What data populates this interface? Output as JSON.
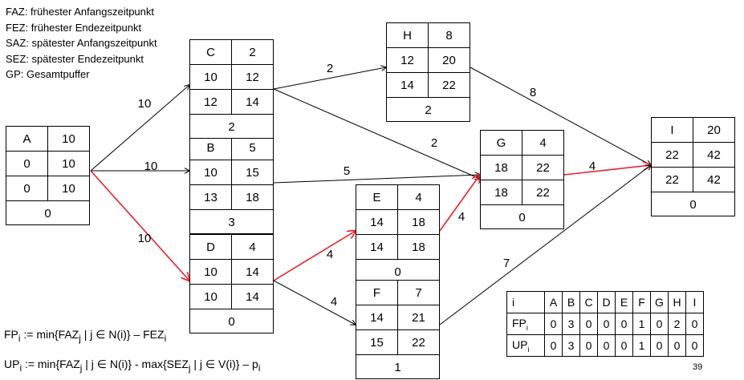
{
  "legend": [
    "FAZ: frühester Anfangszeitpunkt",
    "FEZ: frühester Endezeitpunkt",
    "SAZ: spätester Anfangszeitpunkt",
    "SEZ: spätester Endezeitpunkt",
    "GP: Gesamtpuffer"
  ],
  "nodes": {
    "A": {
      "name": "A",
      "duration": "10",
      "faz": "0",
      "fez": "10",
      "saz": "0",
      "sez": "10",
      "gp": "0"
    },
    "B": {
      "name": "B",
      "duration": "5",
      "faz": "10",
      "fez": "15",
      "saz": "13",
      "sez": "18",
      "gp": "3"
    },
    "C": {
      "name": "C",
      "duration": "2",
      "faz": "10",
      "fez": "12",
      "saz": "12",
      "sez": "14",
      "gp": "2"
    },
    "D": {
      "name": "D",
      "duration": "4",
      "faz": "10",
      "fez": "14",
      "saz": "10",
      "sez": "14",
      "gp": "0"
    },
    "E": {
      "name": "E",
      "duration": "4",
      "faz": "14",
      "fez": "18",
      "saz": "14",
      "sez": "18",
      "gp": "0"
    },
    "F": {
      "name": "F",
      "duration": "7",
      "faz": "14",
      "fez": "21",
      "saz": "15",
      "sez": "22",
      "gp": "1"
    },
    "G": {
      "name": "G",
      "duration": "4",
      "faz": "18",
      "fez": "22",
      "saz": "18",
      "sez": "22",
      "gp": "0"
    },
    "H": {
      "name": "H",
      "duration": "8",
      "faz": "12",
      "fez": "20",
      "saz": "14",
      "sez": "22",
      "gp": "2"
    },
    "I": {
      "name": "I",
      "duration": "20",
      "faz": "22",
      "fez": "42",
      "saz": "22",
      "sez": "42",
      "gp": "0"
    }
  },
  "edges": [
    {
      "from": "A",
      "to": "C",
      "label": "10",
      "critical": false
    },
    {
      "from": "A",
      "to": "B",
      "label": "10",
      "critical": false
    },
    {
      "from": "A",
      "to": "D",
      "label": "10",
      "critical": true
    },
    {
      "from": "C",
      "to": "H",
      "label": "2",
      "critical": false
    },
    {
      "from": "C",
      "to": "G",
      "label": "2",
      "critical": false
    },
    {
      "from": "B",
      "to": "G",
      "label": "5",
      "critical": false
    },
    {
      "from": "D",
      "to": "E",
      "label": "4",
      "critical": true
    },
    {
      "from": "D",
      "to": "F",
      "label": "4",
      "critical": false
    },
    {
      "from": "E",
      "to": "G",
      "label": "4",
      "critical": true
    },
    {
      "from": "H",
      "to": "I",
      "label": "8",
      "critical": false
    },
    {
      "from": "G",
      "to": "I",
      "label": "4",
      "critical": true
    },
    {
      "from": "F",
      "to": "I",
      "label": "7",
      "critical": false
    }
  ],
  "colors": {
    "critical": "#e8202a",
    "normal": "#000000"
  },
  "buffer_table": {
    "header": [
      "i",
      "A",
      "B",
      "C",
      "D",
      "E",
      "F",
      "G",
      "H",
      "I"
    ],
    "rows": [
      {
        "label": "FP",
        "sub": "i",
        "values": [
          "0",
          "3",
          "0",
          "0",
          "0",
          "1",
          "0",
          "2",
          "0"
        ]
      },
      {
        "label": "UP",
        "sub": "i",
        "values": [
          "0",
          "3",
          "0",
          "0",
          "0",
          "1",
          "0",
          "0",
          "0"
        ]
      }
    ]
  },
  "formulas": {
    "fp": {
      "lhs": "FP",
      "lhs_sub": "i",
      "t1": " := min{FAZ",
      "t1_sub": "j",
      "t2": " | j ∈ N(i)} – FEZ",
      "t2_sub": "i"
    },
    "up": {
      "lhs": "UP",
      "lhs_sub": "i",
      "t1": " := min{FAZ",
      "t1_sub": "j",
      "t2": " | j ∈ N(i)} - max{SEZ",
      "t2_sub": "j",
      "t3": " | j ∈ V(i)} – p",
      "t3_sub": "i"
    }
  },
  "page_number": "39"
}
